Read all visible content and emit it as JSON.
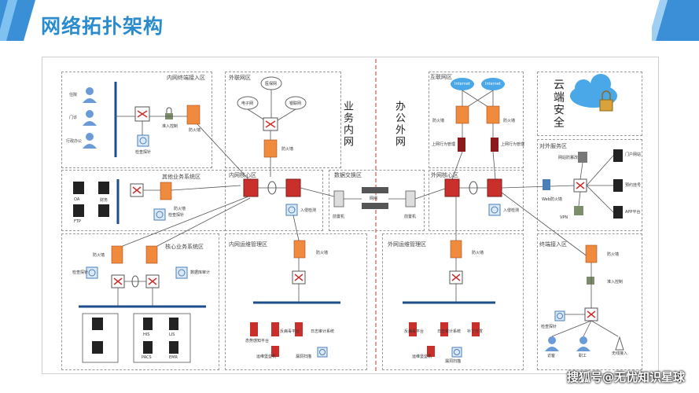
{
  "title": "网络拓扑架构",
  "colors": {
    "title": "#2a8ccf",
    "firewall": "#f08a3c",
    "switch": "#c9302c",
    "zone_border": "#9a9a9a",
    "divider": "#d9534f",
    "cloud_blue": "#4aa8e8"
  },
  "divider_labels": {
    "left": "业务内网",
    "right": "办公外网",
    "cloud": "云端安全"
  },
  "zones": {
    "inner_access": "内网终端接入区",
    "outer_link": "外联网区",
    "other_business": "其他业务系统区",
    "core_business": "核心业务系统区",
    "inner_core": "内网核心区",
    "data_exchange": "数据交换区",
    "inner_ops": "内网运维管理区",
    "internet": "互联网区",
    "outer_core": "外网核心区",
    "outer_ops": "外网运维管理区",
    "external_service": "对外服务区",
    "terminal_access": "终端接入区"
  },
  "labels": {
    "inner_access": [
      "住院",
      "门诊",
      "行政办公",
      "准入控制",
      "防火墙",
      "检查探针"
    ],
    "outer_link": [
      "医保网",
      "电子网",
      "银联网",
      "防火墙"
    ],
    "other_business": [
      "OA",
      "财务",
      "FTP",
      "防火墙",
      "检查探针"
    ],
    "core_business": [
      "防火墙",
      "检查探针",
      "数据库审计",
      "HIS",
      "LIS",
      "PACS",
      "EMR"
    ],
    "inner_core": [
      "入侵检测"
    ],
    "data_exchange": [
      "前置机",
      "网闸",
      "前置机"
    ],
    "inner_ops": [
      "防火墙",
      "态势感知平台",
      "日志审计系统",
      "运维堡垒机",
      "漏洞扫描",
      "反病毒平台"
    ],
    "internet": [
      "Internet",
      "Internet",
      "防火墙",
      "防火墙",
      "上网行为管理",
      "上网行为管理"
    ],
    "outer_core": [
      "入侵检测"
    ],
    "outer_ops": [
      "防火墙",
      "反病毒平台",
      "日志审计系统",
      "补丁分发",
      "运维堡垒机",
      "漏洞扫描"
    ],
    "external_service": [
      "网站防篡改",
      "门户网站",
      "Web防火墙",
      "预约挂号",
      "VPN",
      "APP平台"
    ],
    "terminal_access": [
      "防火墙",
      "准入控制",
      "检查探针",
      "访客",
      "职工",
      "无线接入"
    ]
  },
  "watermark": "搜狐号@无忧知识星球"
}
